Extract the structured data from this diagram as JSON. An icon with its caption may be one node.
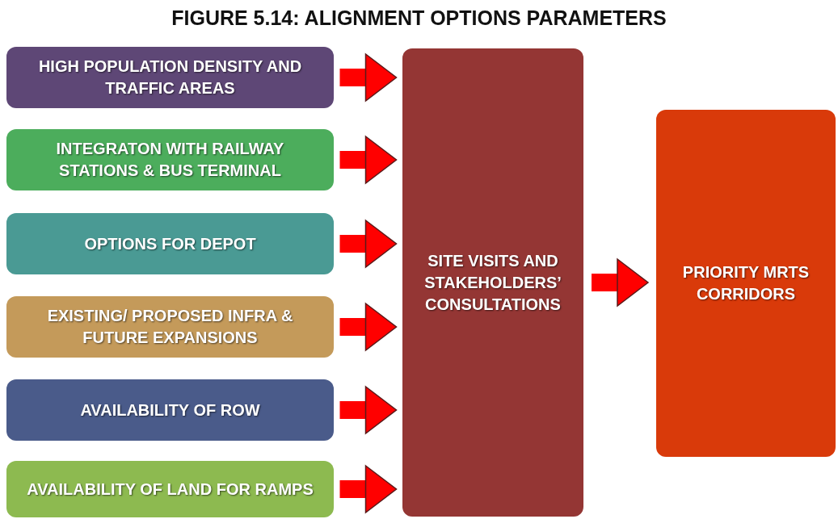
{
  "diagram": {
    "title": "FIGURE 5.14: ALIGNMENT OPTIONS PARAMETERS",
    "nodes": [
      {
        "text": [
          "HIGH POPULATION DENSITY AND TRAFFIC AREAS"
        ]
      },
      {
        "text": [
          "INTEGRATON WITH RAILWAY STATIONS & BUS TERMINAL"
        ]
      },
      {
        "text": [
          "OPTIONS FOR DEPOT"
        ]
      },
      {
        "text": [
          "EXISTING/ PROPOSED INFRA & FUTURE EXPANSIONS"
        ]
      },
      {
        "text": [
          "AVAILABILITY OF ROW"
        ]
      },
      {
        "text": [
          "AVAILABILITY OF LAND FOR RAMPS"
        ]
      },
      {
        "text": [
          "SITE VISITS AND STAKEHOLDERS’ CONSULTATIONS"
        ]
      },
      {
        "text": [
          "PRIORITY MRTS CORRIDORS"
        ]
      }
    ],
    "edges": [
      {
        "from": 0,
        "to": 6,
        "arrow": "to"
      },
      {
        "from": 1,
        "to": 6,
        "arrow": "to"
      },
      {
        "from": 2,
        "to": 6,
        "arrow": "to"
      },
      {
        "from": 3,
        "to": 6,
        "arrow": "to"
      },
      {
        "from": 4,
        "to": 6,
        "arrow": "to"
      },
      {
        "from": 5,
        "to": 6,
        "arrow": "to"
      },
      {
        "from": 6,
        "to": 7,
        "arrow": "to"
      }
    ]
  }
}
